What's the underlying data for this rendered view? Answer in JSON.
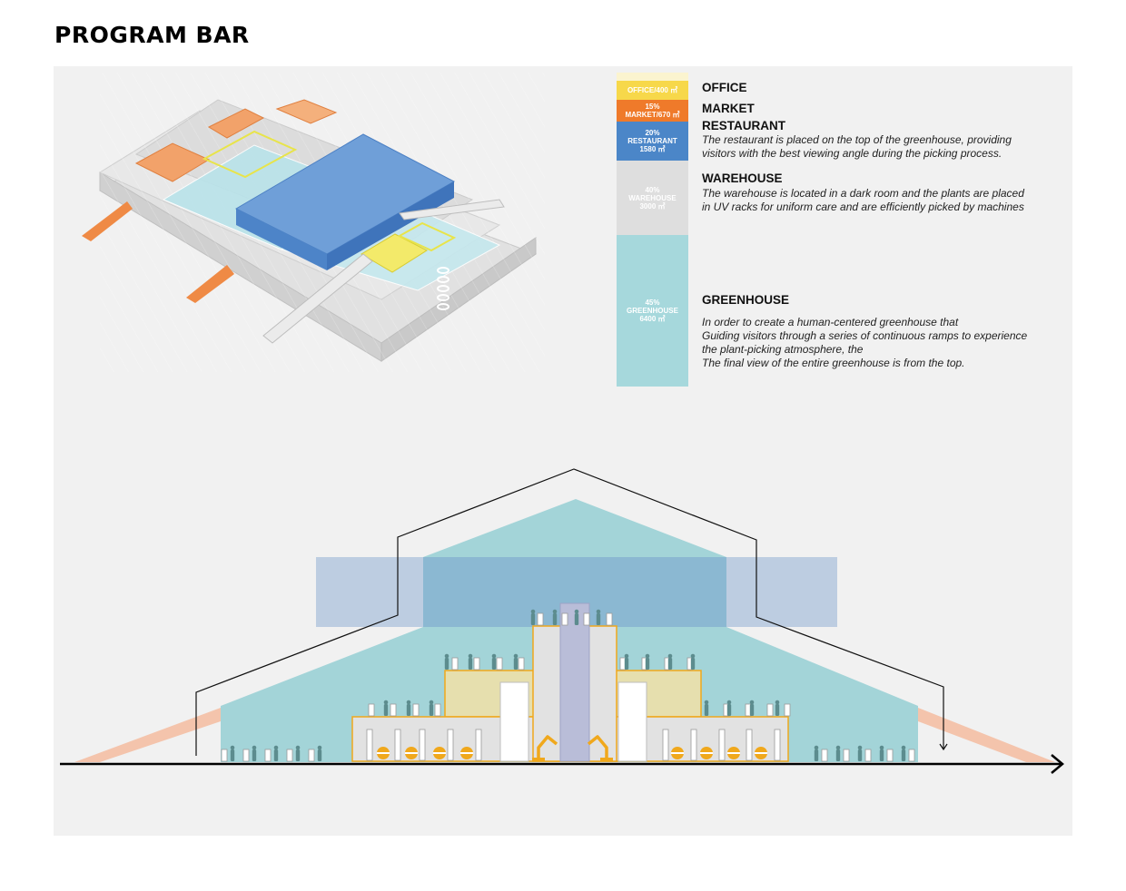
{
  "header": {
    "title": "PROGRAM BAR"
  },
  "program_bar": [
    {
      "key": "office",
      "lines": [
        "OFFICE/400 ㎡"
      ],
      "color": "#f7d84a",
      "text_color": "#ffffff"
    },
    {
      "key": "market",
      "lines": [
        "15%",
        "MARKET/670 ㎡"
      ],
      "color": "#ef7a2a",
      "text_color": "#ffffff"
    },
    {
      "key": "restaurant",
      "lines": [
        "20%",
        "RESTAURANT",
        "1580 ㎡"
      ],
      "color": "#4b86c8",
      "text_color": "#ffffff"
    },
    {
      "key": "warehouse",
      "lines": [
        "40%",
        "WAREHOUSE",
        "3000 ㎡"
      ],
      "color": "#dedede",
      "text_color": "#ffffff"
    },
    {
      "key": "greenhouse",
      "lines": [
        "45%",
        "GREENHOUSE",
        "6400 ㎡"
      ],
      "color": "#a6d8dc",
      "text_color": "#ffffff"
    }
  ],
  "programs": [
    {
      "key": "office",
      "title": "OFFICE",
      "description": []
    },
    {
      "key": "market",
      "title": "MARKET",
      "description": []
    },
    {
      "key": "restaurant",
      "title": "RESTAURANT",
      "description": [
        "The restaurant is placed on the top of the greenhouse, providing",
        "visitors with the best viewing angle during the picking process."
      ]
    },
    {
      "key": "warehouse",
      "title": "WAREHOUSE",
      "description": [
        "The warehouse is located in a dark room and the plants are placed",
        "in UV racks for uniform care and are efficiently picked by machines"
      ]
    },
    {
      "key": "greenhouse",
      "title": "GREENHOUSE",
      "description": [
        "In order to create a human-centered greenhouse that",
        "Guiding visitors through a series of continuous ramps to experience",
        "the plant-picking atmosphere, the",
        "The final view of the entire greenhouse is from the top."
      ]
    }
  ],
  "colors": {
    "office": "#f7d84a",
    "market": "#ef7a2a",
    "restaurant": "#4b86c8",
    "warehouse": "#dedede",
    "greenhouse": "#a6d8dc",
    "robot": "#f0a81c",
    "person": "#5c8c8e",
    "panel": "#f1f1f1"
  }
}
